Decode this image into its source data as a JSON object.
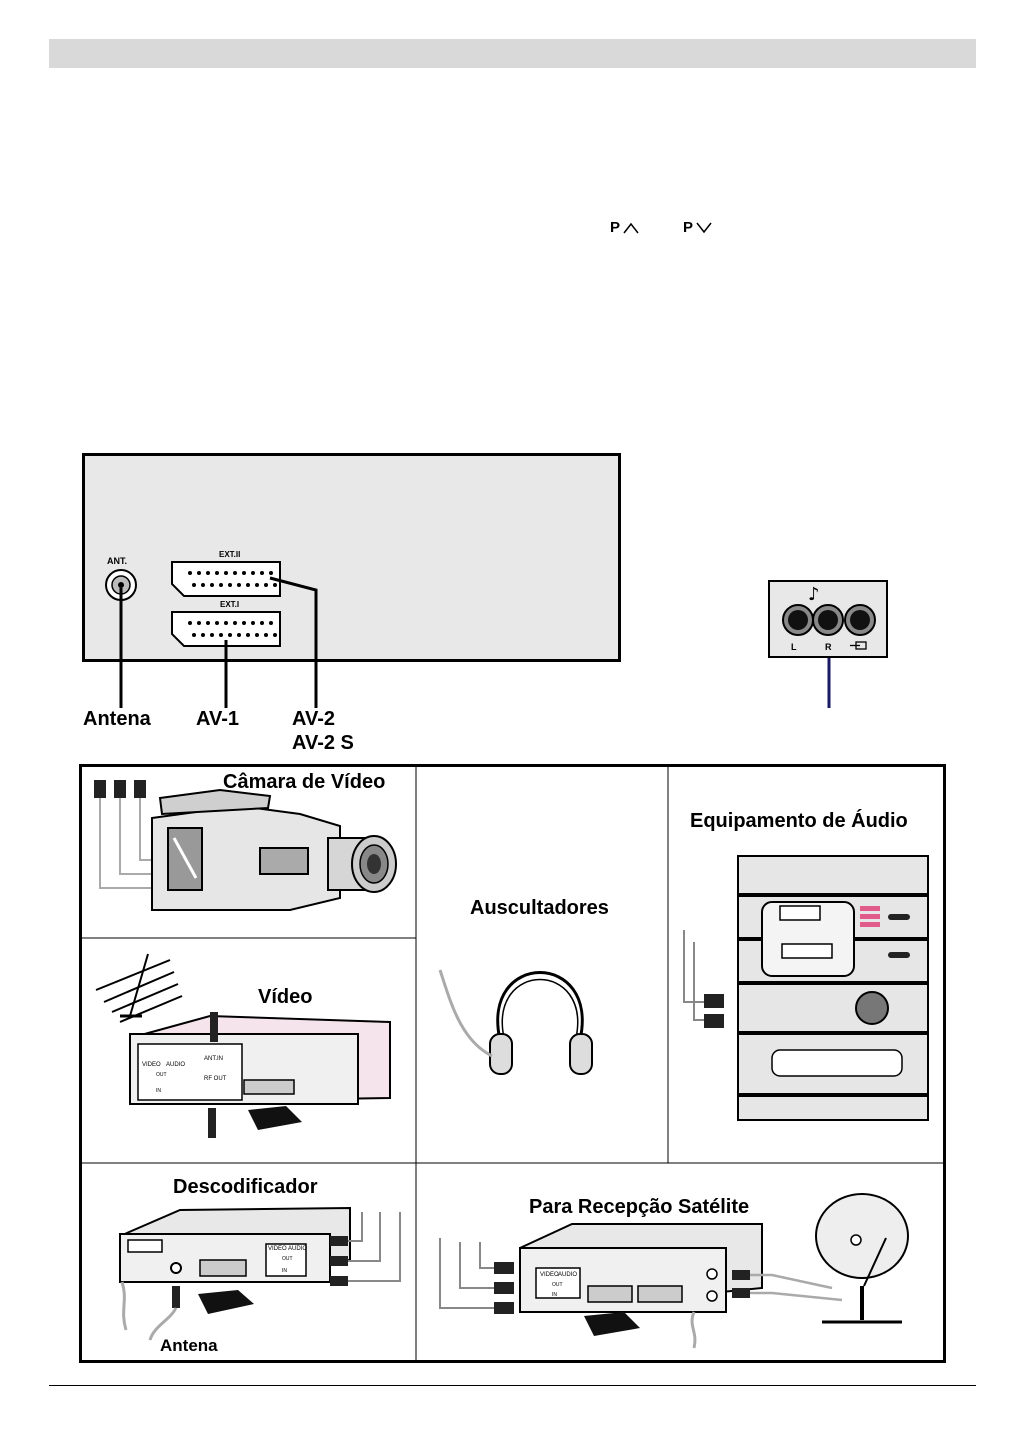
{
  "program_keys": {
    "up": "P",
    "down": "P"
  },
  "rear_panel": {
    "ant_label": "ANT.",
    "ext2_label": "EXT.II",
    "ext1_label": "EXT.I"
  },
  "callouts": {
    "antena": "Antena",
    "av1": "AV-1",
    "av2": "AV-2",
    "av2s": "AV-2 S"
  },
  "side_panel": {
    "l": "L",
    "r": "R"
  },
  "devices": {
    "camera": "Câmara de Vídeo",
    "headphones": "Auscultadores",
    "audio": "Equipamento de Áudio",
    "vcr": "Vídeo",
    "vcr_video": "VIDEO",
    "vcr_audio": "AUDIO",
    "vcr_out": "OUT",
    "vcr_in": "IN",
    "vcr_antin": "ANT.IN",
    "vcr_rfout": "RF OUT",
    "decoder": "Descodificador",
    "decoder_video": "VIDEO",
    "decoder_audio": "AUDIO",
    "decoder_out": "OUT",
    "decoder_in": "IN",
    "decoder_antenna": "Antena",
    "satellite": "Para Recepção Satélite",
    "sat_video": "VIDEO",
    "sat_audio": "AUDIO",
    "sat_out": "OUT",
    "sat_in": "IN"
  }
}
